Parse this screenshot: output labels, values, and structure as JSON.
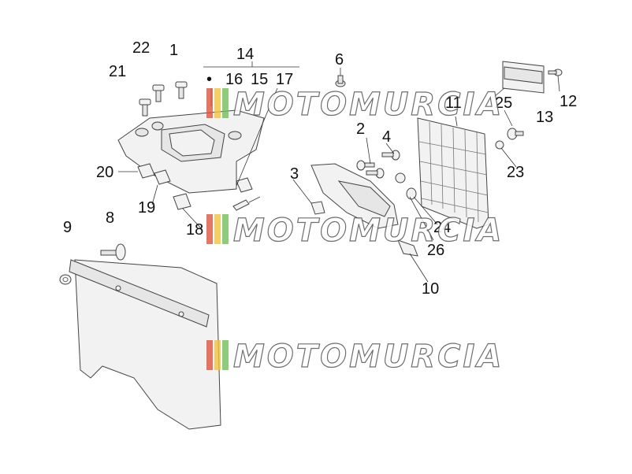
{
  "diagram": {
    "labels": {
      "l1": "1",
      "l2": "2",
      "l3": "3",
      "l4": "4",
      "l6": "6",
      "l8": "8",
      "l9": "9",
      "l10": "10",
      "l11": "11",
      "l12": "12",
      "l13": "13",
      "l14": "14",
      "l16": "16",
      "l15": "15",
      "l17": "17",
      "l18": "18",
      "l19": "19",
      "l20": "20",
      "l21": "21",
      "l22": "22",
      "l23": "23",
      "l24": "24",
      "l25": "25",
      "l26": "26"
    },
    "bullet": "•",
    "watermark": "MOTOMURCIA"
  },
  "colors": {
    "stripe_red": "#e0533d",
    "stripe_yellow": "#f3c33a",
    "stripe_green": "#6fbf5a"
  }
}
